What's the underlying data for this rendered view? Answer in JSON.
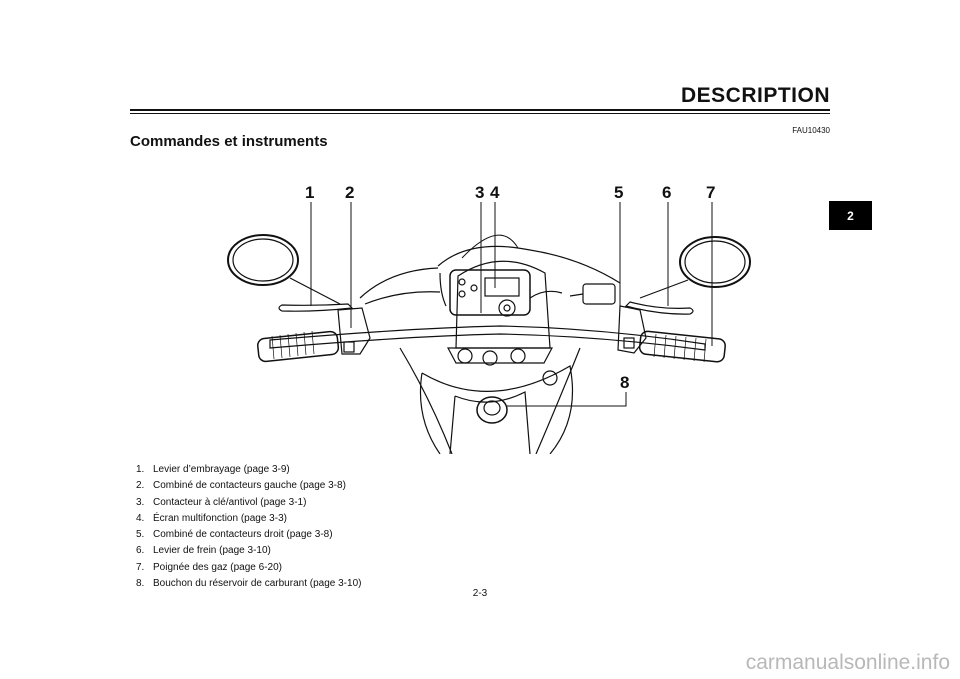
{
  "header": {
    "section_title": "DESCRIPTION",
    "code": "FAU10430"
  },
  "page": {
    "subtitle": "Commandes et instruments",
    "chapter_tab": "2",
    "page_number": "2-3"
  },
  "figure": {
    "callouts": [
      "1",
      "2",
      "3",
      "4",
      "5",
      "6",
      "7",
      "8"
    ]
  },
  "legend": [
    {
      "num": "1.",
      "text": "Levier d’embrayage (page 3-9)"
    },
    {
      "num": "2.",
      "text": "Combiné de contacteurs gauche (page 3-8)"
    },
    {
      "num": "3.",
      "text": "Contacteur à clé/antivol (page 3-1)"
    },
    {
      "num": "4.",
      "text": "Écran multifonction (page 3-3)"
    },
    {
      "num": "5.",
      "text": "Combiné de contacteurs droit (page 3-8)"
    },
    {
      "num": "6.",
      "text": "Levier de frein (page 3-10)"
    },
    {
      "num": "7.",
      "text": "Poignée des gaz (page 6-20)"
    },
    {
      "num": "8.",
      "text": "Bouchon du réservoir de carburant (page 3-10)"
    }
  ],
  "watermark": "carmanualsonline.info"
}
